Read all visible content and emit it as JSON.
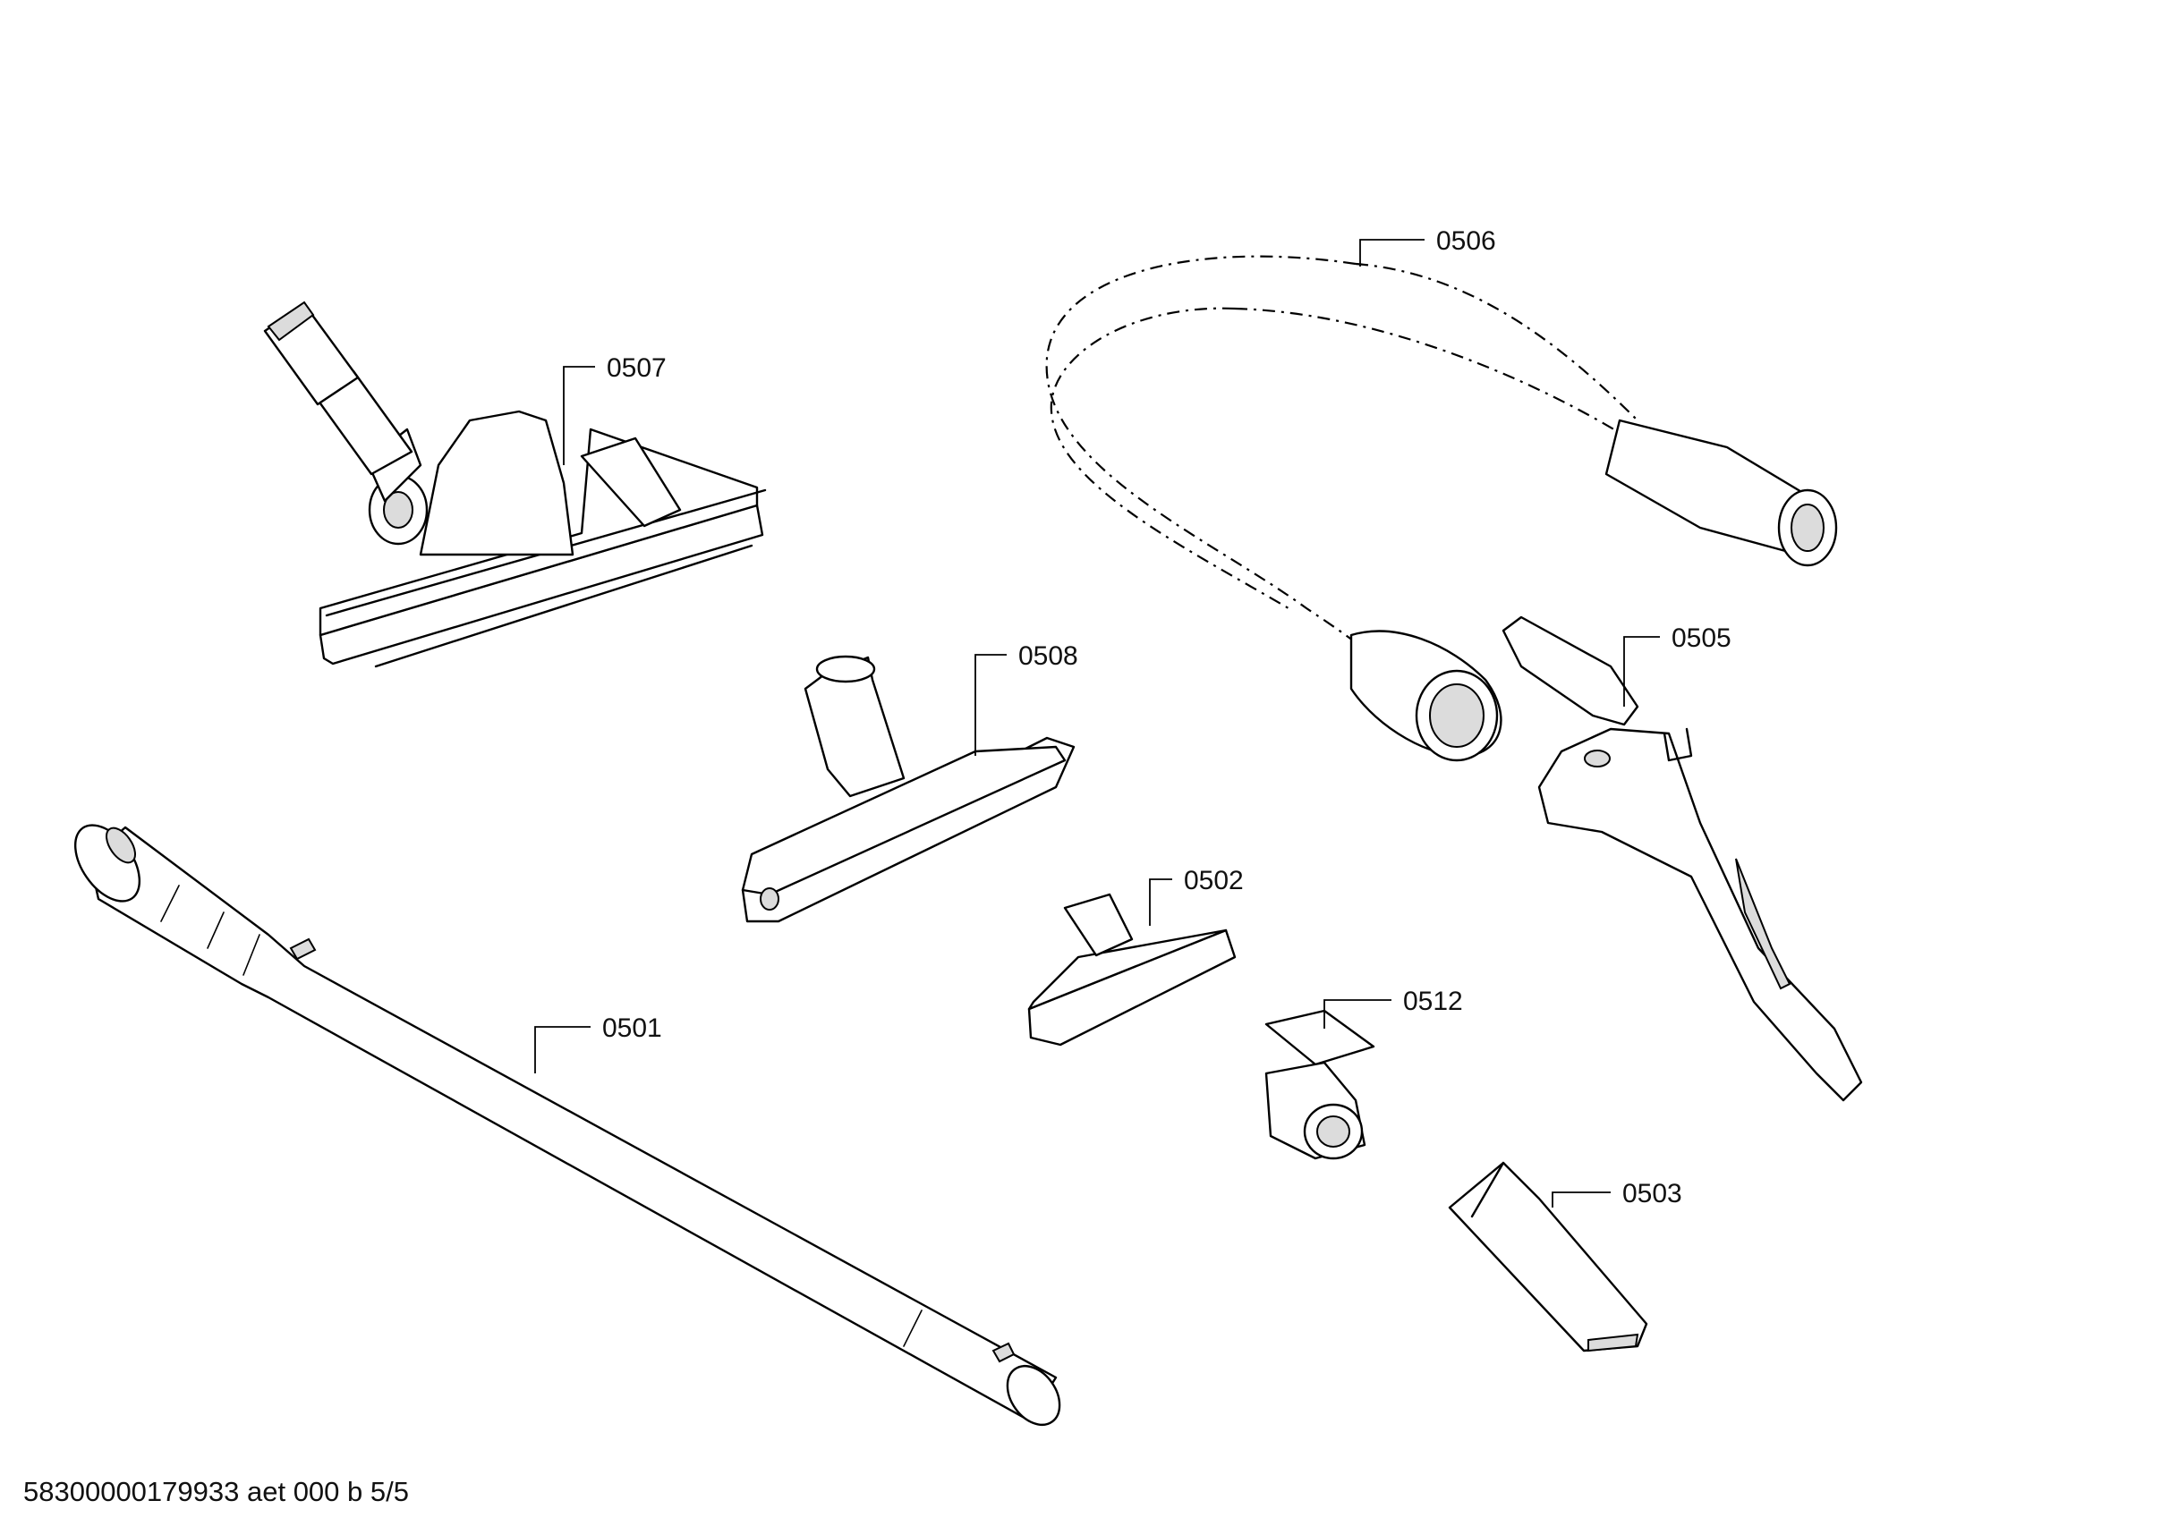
{
  "parts": [
    {
      "id": "p0501",
      "label": "0501"
    },
    {
      "id": "p0502",
      "label": "0502"
    },
    {
      "id": "p0503",
      "label": "0503"
    },
    {
      "id": "p0505",
      "label": "0505"
    },
    {
      "id": "p0506",
      "label": "0506"
    },
    {
      "id": "p0507",
      "label": "0507"
    },
    {
      "id": "p0508",
      "label": "0508"
    },
    {
      "id": "p0512",
      "label": "0512"
    }
  ],
  "footer": {
    "document_code": "58300000179933 aet 000 b 5/5"
  }
}
